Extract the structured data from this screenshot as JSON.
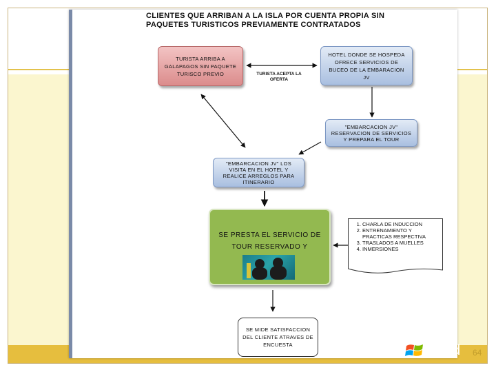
{
  "slide": {
    "title_line1": "CLIENTES QUE ARRIBAN A LA ISLA POR CUENTA PROPIA SIN",
    "title_line2": "PAQUETES TURISTICOS PREVIAMENTE CONTRATADOS",
    "page_number": "64"
  },
  "nodes": {
    "tourist": "TURISTA ARRIBA A GALAPAGOS SIN PAQUETE TURISCO PREVIO",
    "hotel": "HOTEL DONDE SE HOSPEDA OFRECE SERVICIOS DE BUCEO DE LA EMBARACION JV",
    "accepts_label": "TURISTA ACEPTA LA OFERTA",
    "reservation": "\"EMBARCACION JV\" RESERVACION DE SERVICIOS Y PREPARA EL TOUR",
    "visit": "\"EMBARCACION JV\" LOS VISITA EN EL HOTEL Y REALICE ARREGLOS PARA ITINERARIO",
    "service": "SE PRESTA EL SERVICIO DE TOUR RESERVADO Y ADQUIRIDO",
    "satisfaction": "SE MIDE SATISFACCION DEL CLIENTE ATRAVES DE ENCUESTA"
  },
  "steps": [
    "CHARLA DE INDUCCION",
    "ENTRENAMIENTO Y PRACTICAS RESPECTIVA",
    "TRASLADOS A MUELLES",
    "INMERSIONES"
  ],
  "taskbar": {
    "windows_text": "Wind"
  },
  "colors": {
    "red_node": "#db8c8c",
    "blue_node": "#a9bfe0",
    "green_node": "#93b950",
    "band": "#fbf6cf",
    "footer": "#e6be3e"
  }
}
